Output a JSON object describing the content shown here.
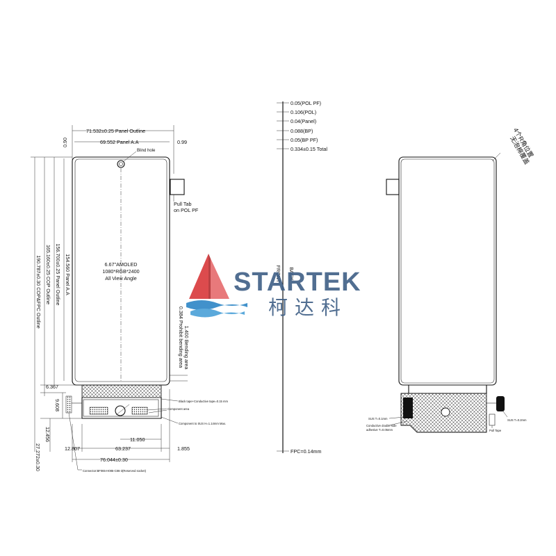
{
  "front_view": {
    "panel_outline": "71.532±0.25 Panel Outline",
    "panel_aa": "69.552 Panel A.A",
    "dim_090": "0.90",
    "dim_099": "0.99",
    "blind_hole": "Blind hole",
    "pull_tab": "Pull Tab",
    "pull_tab_on": "on POL PF",
    "center_line1": "6.67\"AMOLED",
    "center_line2": "1080*RGB*2400",
    "center_line3": "All View Angle",
    "v_154": "154.560 Panel A.A",
    "v_156": "156.700±0.25 Panel Outline",
    "v_165": "165.160±0.25 COP Outline",
    "v_190": "190.787±0.30 COP&FPC Outline",
    "prohibit": "0.384 Prohibit bending area",
    "bending": "1.400 Bending area",
    "d_6367": "6.367",
    "d_9608": "9.608",
    "d_12456": "12.456",
    "d_27272": "27.272±0.30",
    "d_12807": "12.807",
    "d_63237": "63.237",
    "d_11050": "11.050",
    "d_1855": "1.855",
    "d_76044": "76.044±0.30",
    "note_black_tape": "Black tape+Conductive tape=0.15 mm",
    "note_component": "Component area",
    "note_sus": "Component to SUS H=1.14mm Max.",
    "connector": "Connector:BF065-H085-C86-3(Reserved socket)"
  },
  "side_view": {
    "layers": [
      "0.05(POL PF)",
      "0.106(POL)",
      "0.04(Panel)",
      "0.088(BP)",
      "0.05(BP PF)",
      "0.334±0.15 Total"
    ],
    "front": "FRONT",
    "back": "BACK",
    "fpc": "FPC=0.14mm"
  },
  "back_view": {
    "cn_note": "4个R角位置\n无泡棉覆盖",
    "sus_left": "SUS T=0.1mm",
    "conductive_1": "Conductive double side",
    "conductive_2": "adhesive T=0.05mm",
    "sus_right": "SUS T=0.2mm",
    "pull_tape": "Pull Tape"
  },
  "watermark": {
    "brand": "STARTEK",
    "brand_cn": "柯达科",
    "colors": {
      "red": "#d9383a",
      "blue": "#2d86c6",
      "text": "#3f5f86"
    }
  }
}
